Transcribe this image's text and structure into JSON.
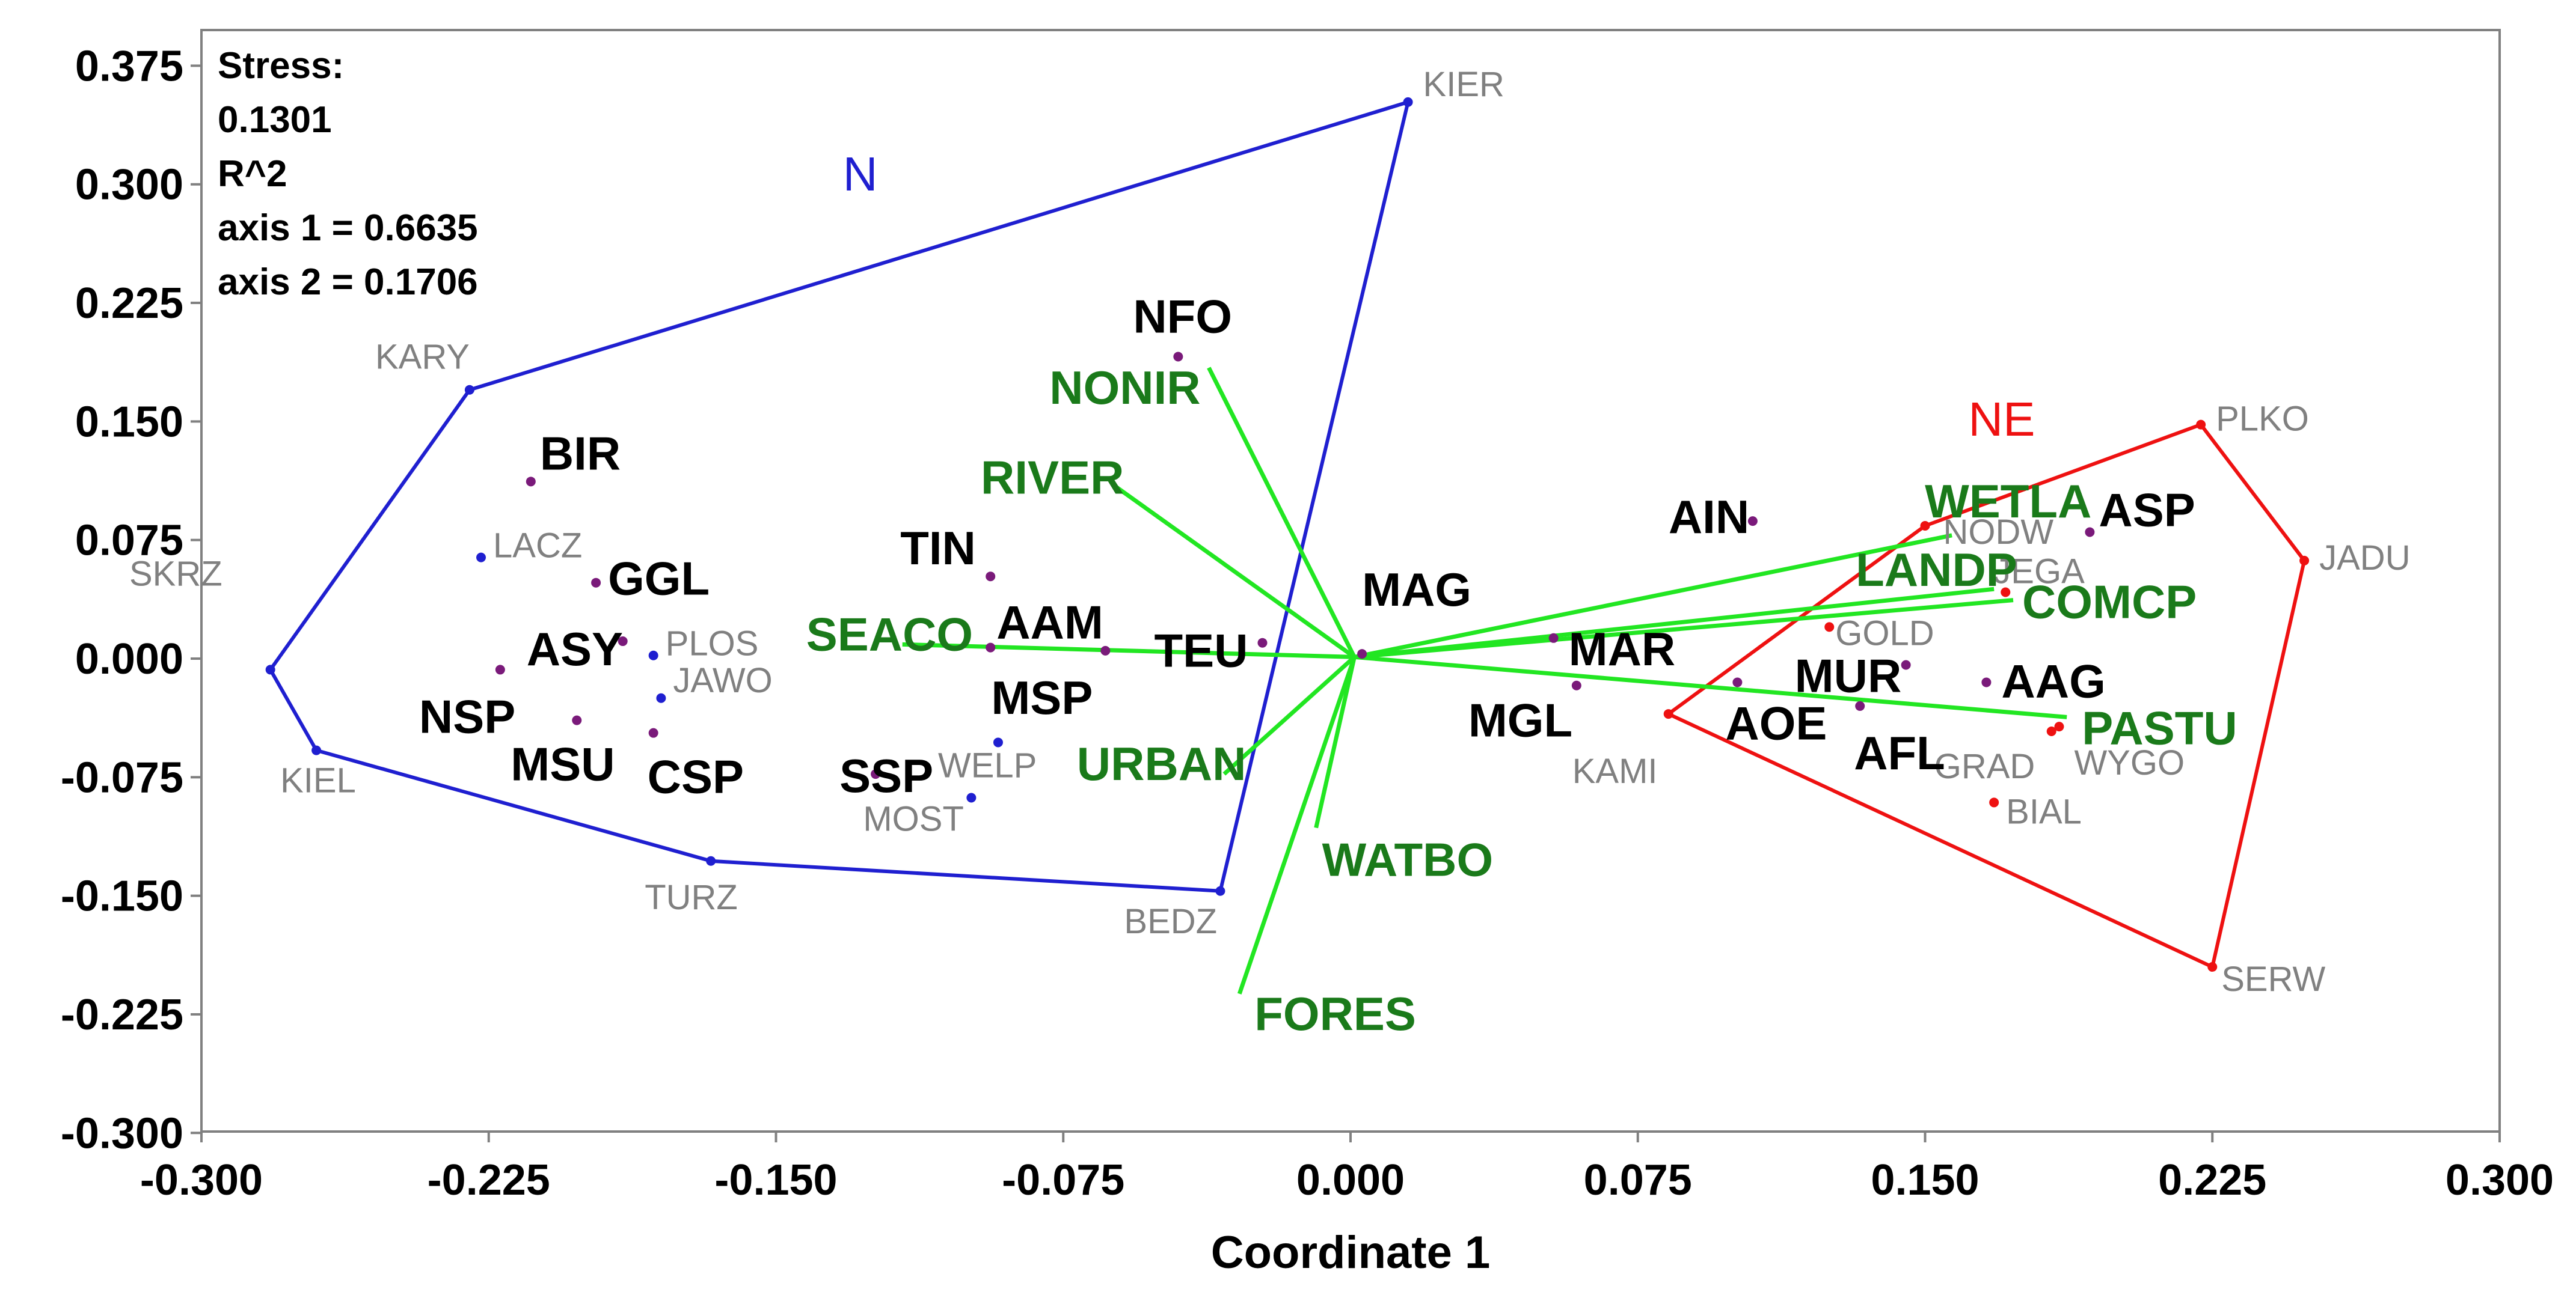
{
  "chart_data": {
    "type": "scatter",
    "xlabel": "Coordinate 1",
    "ylabel": "",
    "xlim": [
      -0.3,
      0.3
    ],
    "ylim": [
      -0.3,
      0.4
    ],
    "x_ticks": [
      "-0.300",
      "-0.225",
      "-0.150",
      "-0.075",
      "0.000",
      "0.075",
      "0.150",
      "0.225",
      "0.300"
    ],
    "y_ticks": [
      "0.375",
      "0.300",
      "0.225",
      "0.150",
      "0.075",
      "0.000",
      "-0.075",
      "-0.150",
      "-0.225",
      "-0.300"
    ],
    "stats": [
      "Stress:",
      "0.1301",
      "R^2",
      "axis 1 = 0.6635",
      "axis 2 = 0.1706"
    ],
    "groups": [
      {
        "name": "N",
        "color": "#1f1fd0",
        "label_pos": [
          -0.128,
          0.296
        ],
        "hull": [
          "KIER",
          "KARY",
          "SKRZ",
          "KIEL",
          "TURZ",
          "BEDZ"
        ]
      },
      {
        "name": "NE",
        "color": "#ee1111",
        "label_pos": [
          0.17,
          0.141
        ],
        "hull": [
          "PLKO",
          "JADU",
          "SERW",
          "KAMI",
          "NODW"
        ]
      }
    ],
    "sites": [
      {
        "name": "KIER",
        "x": 0.015,
        "y": 0.352,
        "group": "N"
      },
      {
        "name": "KARY",
        "x": -0.23,
        "y": 0.17,
        "group": "N"
      },
      {
        "name": "SKRZ",
        "x": -0.282,
        "y": -0.007,
        "group": "N"
      },
      {
        "name": "KIEL",
        "x": -0.27,
        "y": -0.058,
        "group": "N"
      },
      {
        "name": "TURZ",
        "x": -0.167,
        "y": -0.128,
        "group": "N"
      },
      {
        "name": "BEDZ",
        "x": -0.034,
        "y": -0.147,
        "group": "N"
      },
      {
        "name": "LACZ",
        "x": -0.227,
        "y": 0.064,
        "group": "N"
      },
      {
        "name": "PLOS",
        "x": -0.182,
        "y": 0.002,
        "group": "N"
      },
      {
        "name": "JAWO",
        "x": -0.18,
        "y": -0.025,
        "group": "N"
      },
      {
        "name": "WELP",
        "x": -0.092,
        "y": -0.053,
        "group": "N"
      },
      {
        "name": "MOST",
        "x": -0.099,
        "y": -0.088,
        "group": "N"
      },
      {
        "name": "PLKO",
        "x": 0.222,
        "y": 0.148,
        "group": "NE"
      },
      {
        "name": "JADU",
        "x": 0.249,
        "y": 0.062,
        "group": "NE"
      },
      {
        "name": "SERW",
        "x": 0.225,
        "y": -0.195,
        "group": "NE"
      },
      {
        "name": "KAMI",
        "x": 0.083,
        "y": -0.035,
        "group": "NE"
      },
      {
        "name": "NODW",
        "x": 0.15,
        "y": 0.084,
        "group": "NE"
      },
      {
        "name": "JEGA",
        "x": 0.171,
        "y": 0.042,
        "group": "NE"
      },
      {
        "name": "GOLD",
        "x": 0.125,
        "y": 0.02,
        "group": "NE"
      },
      {
        "name": "GRAD",
        "x": 0.183,
        "y": -0.046,
        "group": "NE"
      },
      {
        "name": "WYGO",
        "x": 0.185,
        "y": -0.043,
        "group": "NE"
      },
      {
        "name": "BIAL",
        "x": 0.168,
        "y": -0.091,
        "group": "NE"
      }
    ],
    "species": [
      {
        "name": "NFO",
        "x": -0.045,
        "y": 0.191
      },
      {
        "name": "BIR",
        "x": -0.214,
        "y": 0.112
      },
      {
        "name": "GGL",
        "x": -0.197,
        "y": 0.048
      },
      {
        "name": "ASY",
        "x": -0.19,
        "y": 0.011
      },
      {
        "name": "NSP",
        "x": -0.222,
        "y": -0.007
      },
      {
        "name": "MSU",
        "x": -0.202,
        "y": -0.039
      },
      {
        "name": "CSP",
        "x": -0.182,
        "y": -0.047
      },
      {
        "name": "TIN",
        "x": -0.094,
        "y": 0.052
      },
      {
        "name": "AAM",
        "x": -0.094,
        "y": 0.007
      },
      {
        "name": "MSP",
        "x": -0.064,
        "y": 0.005
      },
      {
        "name": "TEU",
        "x": -0.023,
        "y": 0.01
      },
      {
        "name": "SSP",
        "x": -0.124,
        "y": -0.073
      },
      {
        "name": "MAG",
        "x": 0.003,
        "y": 0.003
      },
      {
        "name": "MAR",
        "x": 0.053,
        "y": 0.013
      },
      {
        "name": "MGL",
        "x": 0.059,
        "y": -0.017
      },
      {
        "name": "AIN",
        "x": 0.105,
        "y": 0.087
      },
      {
        "name": "MUR",
        "x": 0.145,
        "y": -0.004
      },
      {
        "name": "AOE",
        "x": 0.101,
        "y": -0.015
      },
      {
        "name": "AFL",
        "x": 0.133,
        "y": -0.03
      },
      {
        "name": "ASP",
        "x": 0.193,
        "y": 0.08
      },
      {
        "name": "AAG",
        "x": 0.166,
        "y": -0.015
      }
    ],
    "env_vectors": [
      {
        "name": "NONIR",
        "x": -0.037,
        "y": 0.184
      },
      {
        "name": "RIVER",
        "x": -0.062,
        "y": 0.11
      },
      {
        "name": "SEACO",
        "x": -0.117,
        "y": 0.009
      },
      {
        "name": "URBAN",
        "x": -0.033,
        "y": -0.073
      },
      {
        "name": "WATBO",
        "x": -0.009,
        "y": -0.107
      },
      {
        "name": "FORES",
        "x": -0.029,
        "y": -0.212
      },
      {
        "name": "WETLA",
        "x": 0.157,
        "y": 0.078
      },
      {
        "name": "LANDP",
        "x": 0.168,
        "y": 0.044
      },
      {
        "name": "COMCP",
        "x": 0.173,
        "y": 0.037
      },
      {
        "name": "PASTU",
        "x": 0.187,
        "y": -0.037
      }
    ],
    "env_origin": [
      0.001,
      0.001
    ],
    "colors": {
      "site_label": "#808080",
      "species_label": "#000000",
      "species_point": "#7a1a7a",
      "env_label": "#1a7a1a",
      "env_line": "#22e622"
    }
  }
}
